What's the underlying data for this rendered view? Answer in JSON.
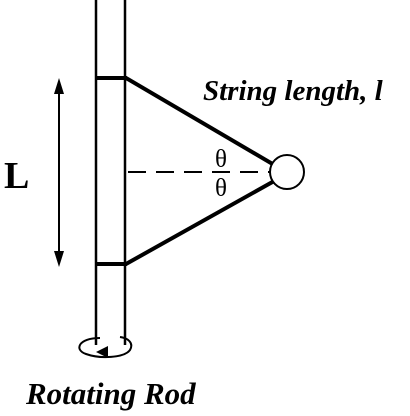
{
  "labels": {
    "length_L": "L",
    "string_length": "String length, l",
    "theta_upper": "θ",
    "theta_lower": "θ",
    "rotating_rod": "Rotating Rod"
  },
  "colors": {
    "stroke": "#000000",
    "background": "#ffffff",
    "mass_fill": "#ffffff"
  }
}
